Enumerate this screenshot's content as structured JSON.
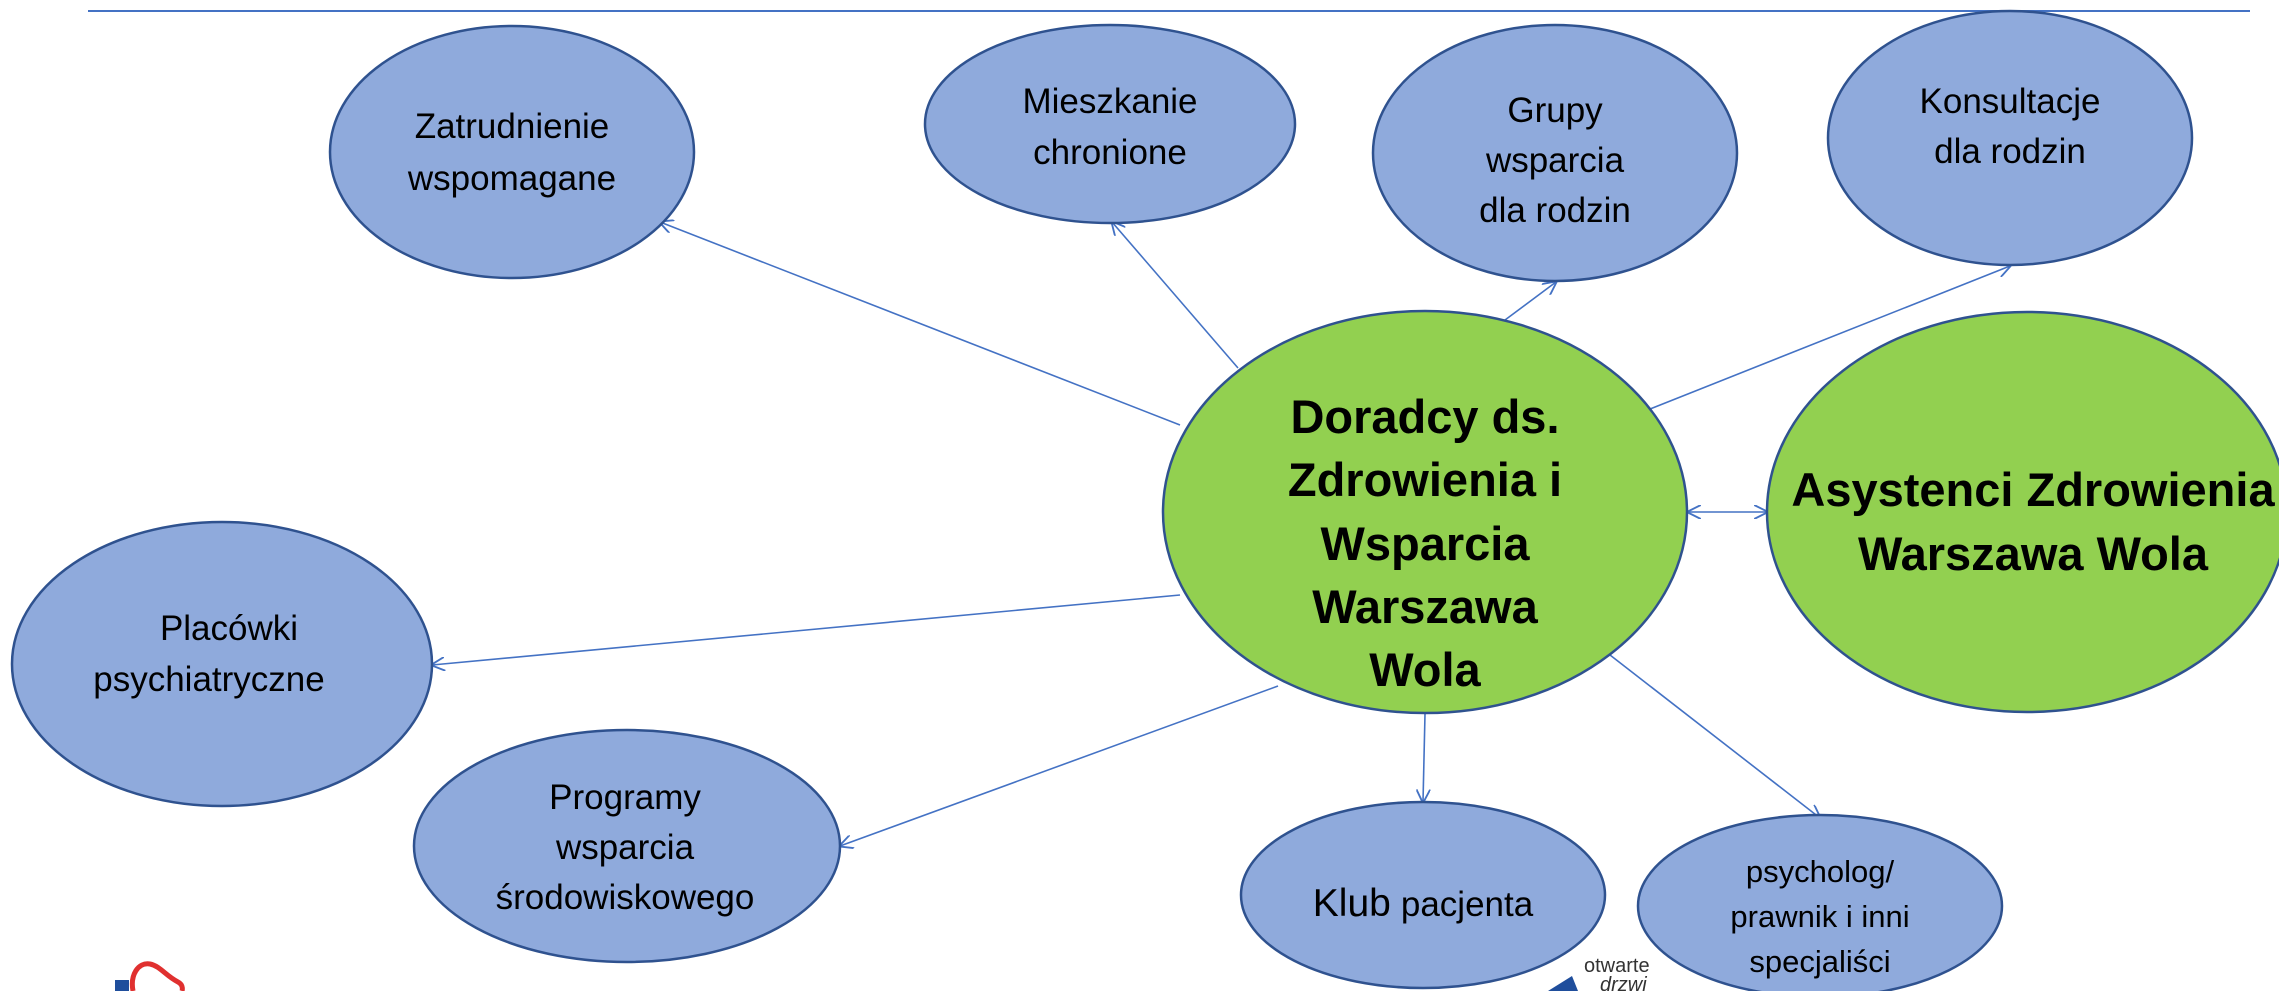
{
  "colors": {
    "blue_fill": "#8faadc",
    "green_fill": "#92d050",
    "outline": "#2f528f",
    "connector": "#4472c4",
    "logo_red": "#e0302f",
    "logo_blue": "#1f4e9c"
  },
  "center": {
    "lines": [
      "Doradcy ds.",
      "Zdrowienia i",
      "Wsparcia",
      "Warszawa",
      "Wola"
    ]
  },
  "partner": {
    "lines": [
      "Asystenci Zdrowienia",
      "Warszawa Wola"
    ]
  },
  "nodes": [
    {
      "id": "zatrudnienie",
      "lines": [
        "Zatrudnienie",
        "wspomagane"
      ]
    },
    {
      "id": "mieszkanie",
      "lines": [
        "Mieszkanie",
        "chronione"
      ]
    },
    {
      "id": "grupy",
      "lines": [
        "Grupy",
        "wsparcia",
        "dla rodzin"
      ]
    },
    {
      "id": "konsultacje",
      "lines": [
        "Konsultacje",
        "dla rodzin"
      ]
    },
    {
      "id": "placowki",
      "lines": [
        "Placówki",
        "psychiatryczne"
      ]
    },
    {
      "id": "programy",
      "lines": [
        "Programy",
        "wsparcia",
        "środowiskowego"
      ]
    },
    {
      "id": "klub",
      "lines": [
        "Klub",
        "pacjenta"
      ]
    },
    {
      "id": "psycholog",
      "lines": [
        "psycholog/",
        "prawnik i inni",
        "specjaliści"
      ]
    }
  ],
  "footer": {
    "logo_text_1": "otwarte",
    "logo_text_2": "drzwi"
  }
}
